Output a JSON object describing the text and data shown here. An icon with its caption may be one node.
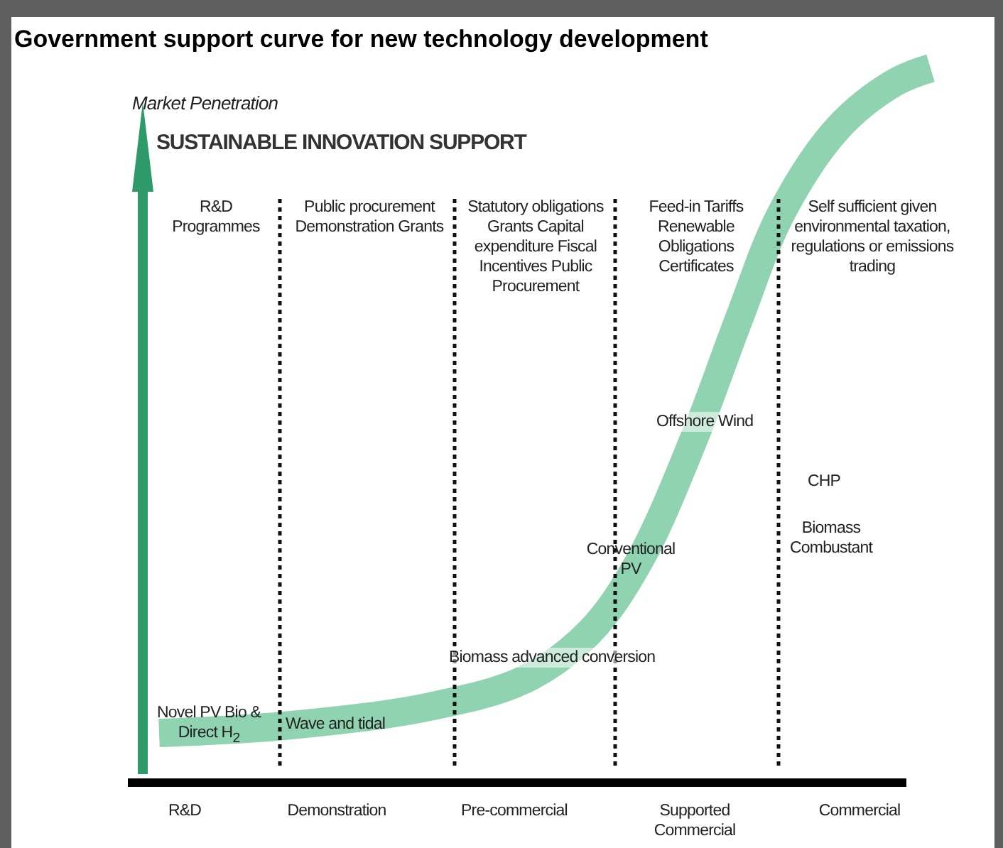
{
  "diagram": {
    "title": "Government support curve for new technology development",
    "labels": [
      "Market Penetration",
      "SUSTAINABLE INNOVATION SUPPORT",
      "R&D Programmes",
      "Public procurement Demonstration Grants",
      "Statutory obligations Grants Capital expenditure Fiscal Incentives Public Procurement",
      "Feed-in Tariffs Renewable Obligations Certificates",
      "Self sufficient given environmental taxation, regulations or emissions trading",
      "Offshore Wind",
      "CHP",
      "Conventional PV",
      "Biomass Combustant",
      "Biomass advanced conversion",
      "Novel PV Bio & Direct H$_{2}$",
      "Wave and tidal",
      "R&D",
      "Demonstration",
      "Pre-commercial",
      "Supported Commercial",
      "Commercial"
    ]
  }
}
